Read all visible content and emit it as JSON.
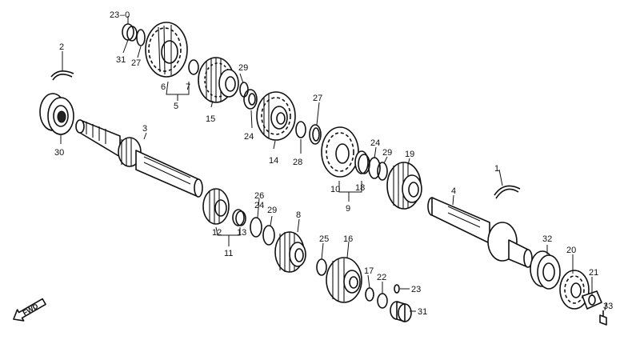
{
  "diagram": {
    "labels": {
      "p1": "1",
      "p2": "2",
      "p3": "3",
      "p4": "4",
      "p5": "5",
      "p6": "6",
      "p7": "7",
      "p8": "8",
      "p9": "9",
      "p10": "10",
      "p11": "11",
      "p12": "12",
      "p13": "13",
      "p14": "14",
      "p15": "15",
      "p16": "16",
      "p17": "17",
      "p18": "18",
      "p19": "19",
      "p20": "20",
      "p21": "21",
      "p22": "22",
      "p23a": "23",
      "p23b": "23",
      "p24a": "24",
      "p24b": "24",
      "p24c": "24",
      "p25": "25",
      "p26": "26",
      "p27a": "27",
      "p27b": "27",
      "p28": "28",
      "p29a": "29",
      "p29b": "29",
      "p29c": "29",
      "p30": "30",
      "p31a": "31",
      "p31b": "31",
      "p32": "32",
      "p33": "33"
    },
    "fwd_label": "FWD"
  }
}
